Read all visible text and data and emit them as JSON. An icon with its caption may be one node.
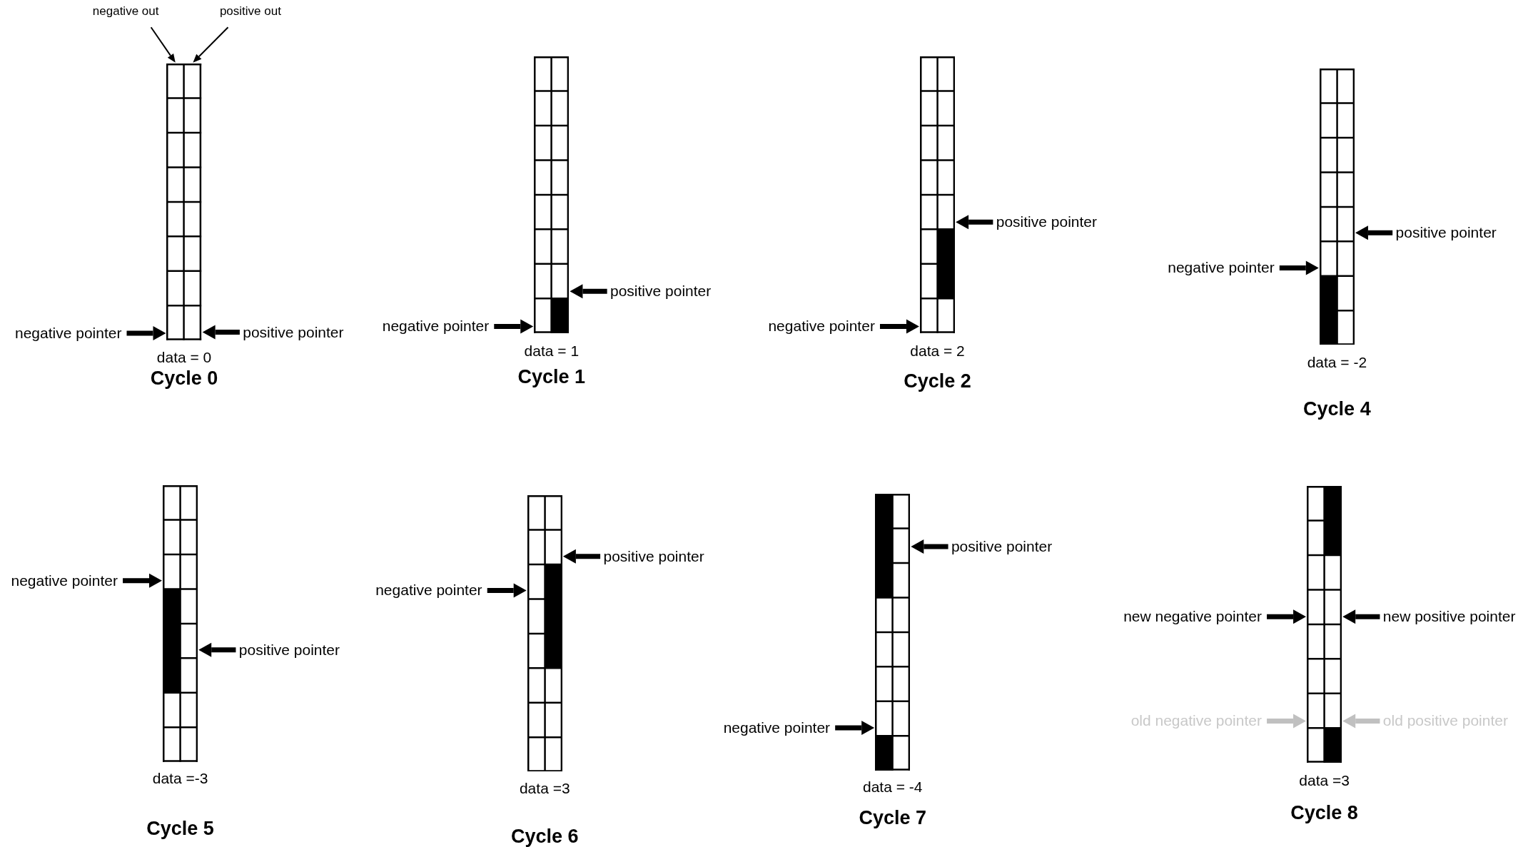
{
  "diagram": {
    "nodes": [
      {
        "text": [
          "negative out"
        ]
      },
      {
        "text": [
          "positive out"
        ]
      },
      {
        "text": [],
        "shape": "grid",
        "beside": [
          "data = 0",
          "Cycle 0"
        ]
      },
      {
        "text": [
          "negative pointer"
        ]
      },
      {
        "text": [
          "positive pointer"
        ]
      },
      {
        "text": [],
        "shape": "grid",
        "beside": [
          "data = 1",
          "Cycle 1"
        ]
      },
      {
        "text": [
          "positive pointer"
        ]
      },
      {
        "text": [
          "negative pointer"
        ]
      },
      {
        "text": [],
        "shape": "grid",
        "beside": [
          "data = 2",
          "Cycle 2"
        ]
      },
      {
        "text": [
          "positive pointer"
        ]
      },
      {
        "text": [
          "negative pointer"
        ]
      },
      {
        "text": [],
        "shape": "grid",
        "beside": [
          "data = -2",
          "Cycle 4"
        ]
      },
      {
        "text": [
          "positive pointer"
        ]
      },
      {
        "text": [
          "negative pointer"
        ]
      },
      {
        "text": [],
        "shape": "grid",
        "beside": [
          "data =-3",
          "Cycle 5"
        ]
      },
      {
        "text": [
          "negative pointer"
        ]
      },
      {
        "text": [
          "positive pointer"
        ]
      },
      {
        "text": [],
        "shape": "grid",
        "beside": [
          "data =3",
          "Cycle 6"
        ]
      },
      {
        "text": [
          "positive pointer"
        ]
      },
      {
        "text": [
          "negative pointer"
        ]
      },
      {
        "text": [],
        "shape": "grid",
        "beside": [
          "data = -4",
          "Cycle 7"
        ]
      },
      {
        "text": [
          "positive pointer"
        ]
      },
      {
        "text": [
          "negative pointer"
        ]
      },
      {
        "text": [],
        "shape": "grid",
        "beside": [
          "data =3",
          "Cycle 8"
        ]
      },
      {
        "text": [
          "new negative pointer"
        ]
      },
      {
        "text": [
          "new positive pointer"
        ]
      },
      {
        "text": [
          "old negative pointer"
        ]
      },
      {
        "text": [
          "old positive pointer"
        ]
      }
    ],
    "edges": [
      {
        "from": 0,
        "to": 2,
        "arrow": "to"
      },
      {
        "from": 1,
        "to": 2,
        "arrow": "to"
      },
      {
        "from": 3,
        "to": 2,
        "arrow": "to"
      },
      {
        "from": 4,
        "to": 2,
        "arrow": "to"
      },
      {
        "from": 6,
        "to": 5,
        "arrow": "to"
      },
      {
        "from": 7,
        "to": 5,
        "arrow": "to"
      },
      {
        "from": 9,
        "to": 8,
        "arrow": "to"
      },
      {
        "from": 10,
        "to": 8,
        "arrow": "to"
      },
      {
        "from": 12,
        "to": 11,
        "arrow": "to"
      },
      {
        "from": 13,
        "to": 11,
        "arrow": "to"
      },
      {
        "from": 15,
        "to": 14,
        "arrow": "to"
      },
      {
        "from": 16,
        "to": 14,
        "arrow": "to"
      },
      {
        "from": 18,
        "to": 17,
        "arrow": "to"
      },
      {
        "from": 19,
        "to": 17,
        "arrow": "to"
      },
      {
        "from": 21,
        "to": 20,
        "arrow": "to"
      },
      {
        "from": 22,
        "to": 20,
        "arrow": "to"
      },
      {
        "from": 24,
        "to": 23,
        "arrow": "to"
      },
      {
        "from": 25,
        "to": 23,
        "arrow": "to"
      },
      {
        "from": 26,
        "to": 23,
        "arrow": "to",
        "color": "#c0c0c0"
      },
      {
        "from": 27,
        "to": 23,
        "arrow": "to",
        "color": "#c0c0c0"
      }
    ]
  }
}
